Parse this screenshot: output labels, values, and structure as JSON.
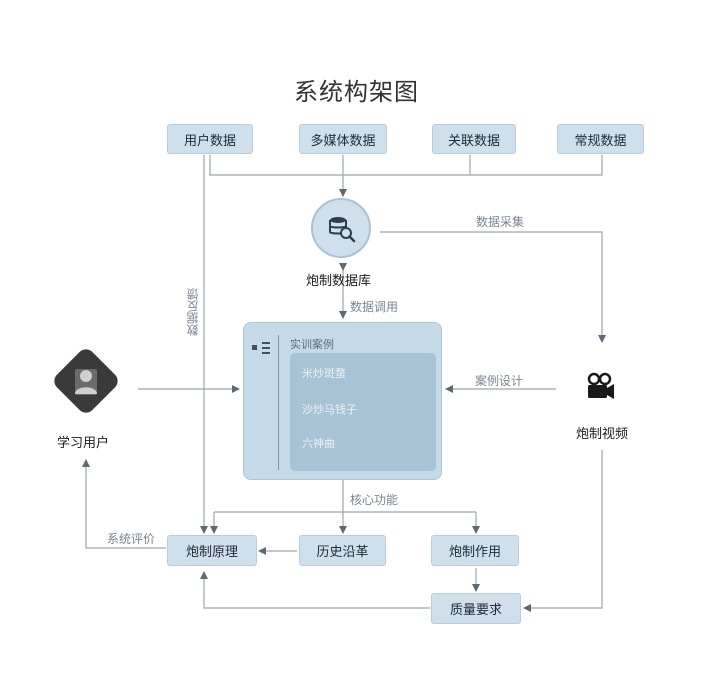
{
  "title": "系统构架图",
  "sources": [
    "用户数据",
    "多媒体数据",
    "关联数据",
    "常规数据"
  ],
  "database": {
    "label": "炮制数据库"
  },
  "panel": {
    "title": "实训案例",
    "items": [
      "米炒斑蝥",
      "沙炒马钱子",
      "六神曲"
    ]
  },
  "user": {
    "label": "学习用户"
  },
  "video": {
    "label": "炮制视频"
  },
  "bottom": {
    "principle": "炮制原理",
    "history": "历史沿革",
    "effect": "炮制作用",
    "quality": "质量要求"
  },
  "edges": {
    "collect": "数据采集",
    "call": "数据调用",
    "feedback": "数据反馈",
    "case_design": "案例设计",
    "core": "核心功能",
    "evaluate": "系统评价"
  },
  "colors": {
    "node_fill": "#cfe0ec",
    "node_border": "#b7cddd",
    "line": "#9aa6b0",
    "arrow": "#5b6a76",
    "user_icon": "#3a3a3a"
  }
}
